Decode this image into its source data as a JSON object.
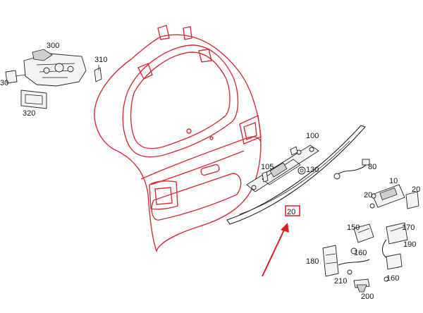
{
  "diagram": {
    "colors": {
      "outline_red": "#d2303a",
      "line": "#222222",
      "highlight": "#e0242c",
      "arrow": "#e02020"
    },
    "callouts": [
      {
        "id": "300",
        "text": "300"
      },
      {
        "id": "310",
        "text": "310"
      },
      {
        "id": "330",
        "text": "30"
      },
      {
        "id": "320",
        "text": "320"
      },
      {
        "id": "100",
        "text": "100"
      },
      {
        "id": "105",
        "text": "105"
      },
      {
        "id": "130",
        "text": "130"
      },
      {
        "id": "80",
        "text": "80"
      },
      {
        "id": "10",
        "text": "10"
      },
      {
        "id": "20a",
        "text": "20"
      },
      {
        "id": "20b",
        "text": "20"
      },
      {
        "id": "20h",
        "text": "20"
      },
      {
        "id": "150",
        "text": "150"
      },
      {
        "id": "160a",
        "text": "160"
      },
      {
        "id": "180",
        "text": "180"
      },
      {
        "id": "210",
        "text": "210"
      },
      {
        "id": "200",
        "text": "200"
      },
      {
        "id": "160b",
        "text": "160"
      },
      {
        "id": "170",
        "text": "170"
      },
      {
        "id": "190",
        "text": "190"
      }
    ],
    "highlighted_part": "20"
  }
}
